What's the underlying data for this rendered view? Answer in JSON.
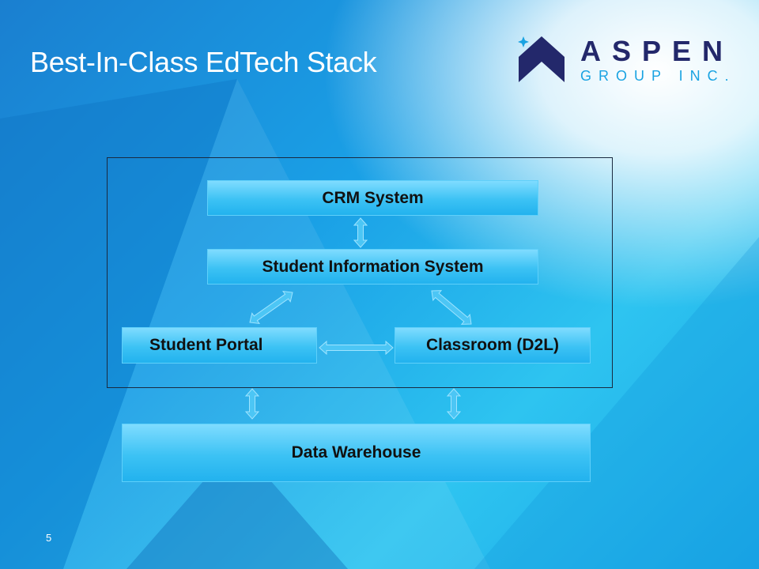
{
  "slide": {
    "title": "Best-In-Class EdTech Stack",
    "page_number": "5"
  },
  "logo": {
    "name": "ASPEN",
    "subtitle": "GROUP INC."
  },
  "diagram": {
    "nodes": {
      "crm": "CRM System",
      "sis": "Student Information System",
      "portal": "Student Portal",
      "classroom": "Classroom (D2L)",
      "warehouse": "Data Warehouse"
    },
    "connections": [
      [
        "CRM System",
        "Student Information System"
      ],
      [
        "Student Information System",
        "Student Portal"
      ],
      [
        "Student Information System",
        "Classroom (D2L)"
      ],
      [
        "Student Portal",
        "Classroom (D2L)"
      ],
      [
        "Student Portal",
        "Data Warehouse"
      ],
      [
        "Classroom (D2L)",
        "Data Warehouse"
      ]
    ]
  },
  "colors": {
    "brand_navy": "#23286b",
    "brand_blue": "#19a3e2"
  }
}
